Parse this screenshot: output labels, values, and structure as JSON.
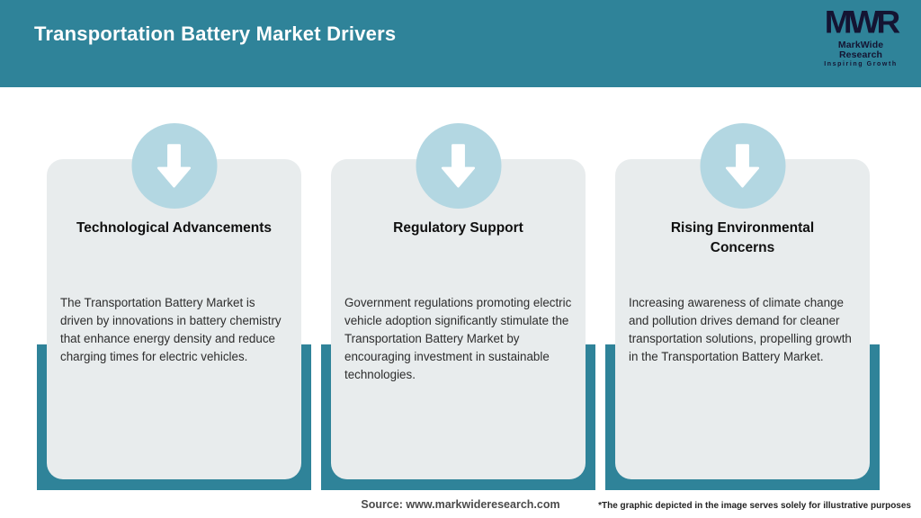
{
  "header": {
    "title": "Transportation Battery Market Drivers",
    "logo": {
      "acronym": "MWR",
      "name": "MarkWide Research",
      "tagline": "Inspiring Growth"
    }
  },
  "cards": [
    {
      "icon": "arrow-down-icon",
      "title": "Technological Advancements",
      "description": "The Transportation Battery Market is driven by innovations in battery chemistry that enhance energy density and reduce charging times for electric vehicles."
    },
    {
      "icon": "arrow-down-icon",
      "title": "Regulatory Support",
      "description": "Government regulations promoting electric vehicle adoption significantly stimulate the Transportation Battery Market by encouraging investment in sustainable technologies."
    },
    {
      "icon": "arrow-down-icon",
      "title": "Rising Environmental Concerns",
      "description": "Increasing awareness of climate change and pollution drives demand for cleaner transportation solutions, propelling growth in the Transportation Battery Market."
    }
  ],
  "footer": {
    "source": "Source: www.markwideresearch.com",
    "disclaimer": "*The graphic depicted in the image serves solely for illustrative purposes"
  },
  "colors": {
    "teal": "#2f8399",
    "card_background": "#e8eced",
    "badge_circle": "#b3d7e2",
    "arrow": "#ffffff",
    "logo_text": "#141432",
    "title_text": "#ffffff"
  }
}
